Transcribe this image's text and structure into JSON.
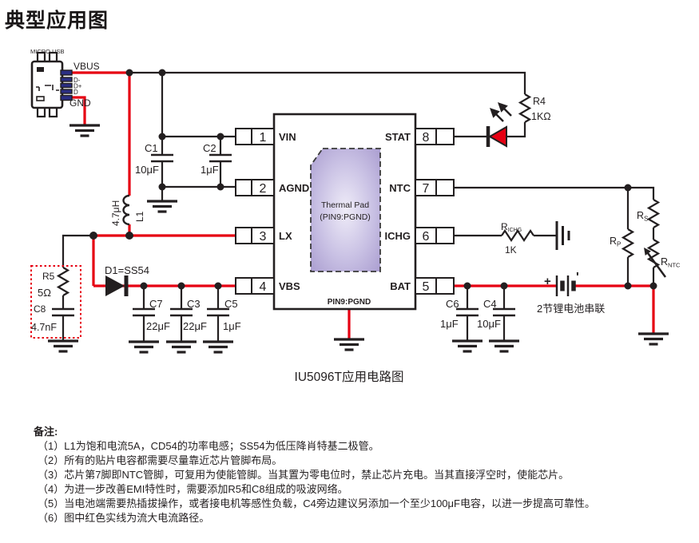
{
  "title": "典型应用图",
  "caption": "IU5096T应用电路图",
  "usb": {
    "label": "MICRO USB",
    "pin_vbus": "VBUS",
    "pin_dm": "D-",
    "pin_dp": "D+",
    "pin_d": "D",
    "pin_gnd": "GND"
  },
  "ic": {
    "pin1_num": "1",
    "pin1_name": "VIN",
    "pin2_num": "2",
    "pin2_name": "AGND",
    "pin3_num": "3",
    "pin3_name": "LX",
    "pin4_num": "4",
    "pin4_name": "VBS",
    "pin5_num": "5",
    "pin5_name": "BAT",
    "pin6_num": "6",
    "pin6_name": "ICHG",
    "pin7_num": "7",
    "pin7_name": "NTC",
    "pin8_num": "8",
    "pin8_name": "STAT",
    "thermal_pad_line1": "Thermal Pad",
    "thermal_pad_line2": "(PIN9:PGND)",
    "bottom_pad_label": "PIN9:PGND"
  },
  "components": {
    "c1_ref": "C1",
    "c1_val": "10μF",
    "c2_ref": "C2",
    "c2_val": "1μF",
    "l1_ref": "L1",
    "l1_val": "4.7μH",
    "r4_ref": "R4",
    "r4_val": "1KΩ",
    "d1_label": "D1=SS54",
    "r5_ref": "R5",
    "r5_val": "5Ω",
    "c8_ref": "C8",
    "c8_val": "4.7nF",
    "c7_ref": "C7",
    "c7_val": "22μF",
    "c3_ref": "C3",
    "c3_val": "22μF",
    "c5_ref": "C5",
    "c5_val": "1μF",
    "richg_ref": "R",
    "richg_sub": "ICHG",
    "richg_val": "1K",
    "c6_ref": "C6",
    "c6_val": "1μF",
    "c4_ref": "C4",
    "c4_val": "10μF",
    "rs_ref": "R",
    "rs_sub": "S",
    "rp_ref": "R",
    "rp_sub": "P",
    "rntc_ref": "R",
    "rntc_sub": "NTC",
    "battery_plus": "+",
    "battery_tick": "'",
    "battery_label": "2节锂电池串联"
  },
  "notes": {
    "header": "备注:",
    "items": [
      "（1）L1为饱和电流5A，CD54的功率电感；SS54为低压降肖特基二极管。",
      "（2）所有的贴片电容都需要尽量靠近芯片管脚布局。",
      "（3）芯片第7脚即NTC管脚，可复用为使能管脚。当其置为零电位时，禁止芯片充电。当其直接浮空时，使能芯片。",
      "（4）为进一步改善EMI特性时，需要添加R5和C8组成的吸波网络。",
      "（5）当电池端需要热插拔操作，或者接电机等感性负载，C4旁边建议另添加一个至少100μF电容，以进一步提高可靠性。",
      "（6）图中红色实线为流大电流路径。"
    ]
  },
  "colors": {
    "wire_red": "#e60012",
    "wire_black": "#231f20",
    "pad_fill_dark": "#a99ccf",
    "pad_fill_light": "#efecf8",
    "usb_pin_blue": "#2b2e83",
    "led_red": "#e60012",
    "dotted_box_red": "#e60012"
  }
}
